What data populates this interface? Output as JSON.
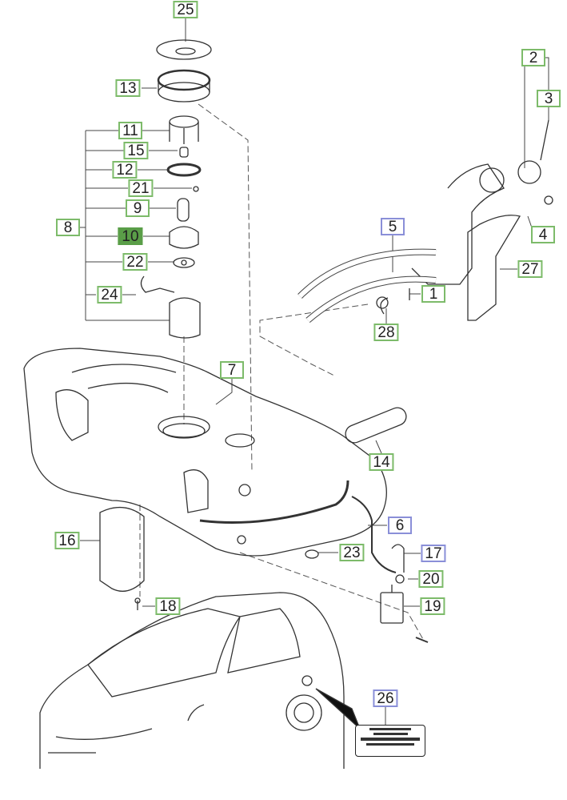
{
  "diagram": {
    "type": "exploded parts diagram",
    "colors": {
      "callout_green": "#7dbb6a",
      "callout_blue": "#8a8fd8",
      "callout_selected_fill": "#5a9e48",
      "line": "#333333"
    },
    "callouts": [
      {
        "number": "25",
        "style": "green"
      },
      {
        "number": "13",
        "style": "green"
      },
      {
        "number": "11",
        "style": "green"
      },
      {
        "number": "15",
        "style": "green"
      },
      {
        "number": "12",
        "style": "green"
      },
      {
        "number": "21",
        "style": "green"
      },
      {
        "number": "9",
        "style": "green"
      },
      {
        "number": "8",
        "style": "green"
      },
      {
        "number": "10",
        "style": "selected"
      },
      {
        "number": "22",
        "style": "green"
      },
      {
        "number": "24",
        "style": "green"
      },
      {
        "number": "2",
        "style": "green"
      },
      {
        "number": "3",
        "style": "green"
      },
      {
        "number": "5",
        "style": "blue"
      },
      {
        "number": "4",
        "style": "green"
      },
      {
        "number": "27",
        "style": "green"
      },
      {
        "number": "1",
        "style": "green"
      },
      {
        "number": "28",
        "style": "green"
      },
      {
        "number": "7",
        "style": "green"
      },
      {
        "number": "14",
        "style": "green"
      },
      {
        "number": "6",
        "style": "blue"
      },
      {
        "number": "16",
        "style": "green"
      },
      {
        "number": "23",
        "style": "green"
      },
      {
        "number": "17",
        "style": "blue"
      },
      {
        "number": "20",
        "style": "green"
      },
      {
        "number": "19",
        "style": "green"
      },
      {
        "number": "18",
        "style": "green"
      },
      {
        "number": "26",
        "style": "blue"
      }
    ]
  }
}
